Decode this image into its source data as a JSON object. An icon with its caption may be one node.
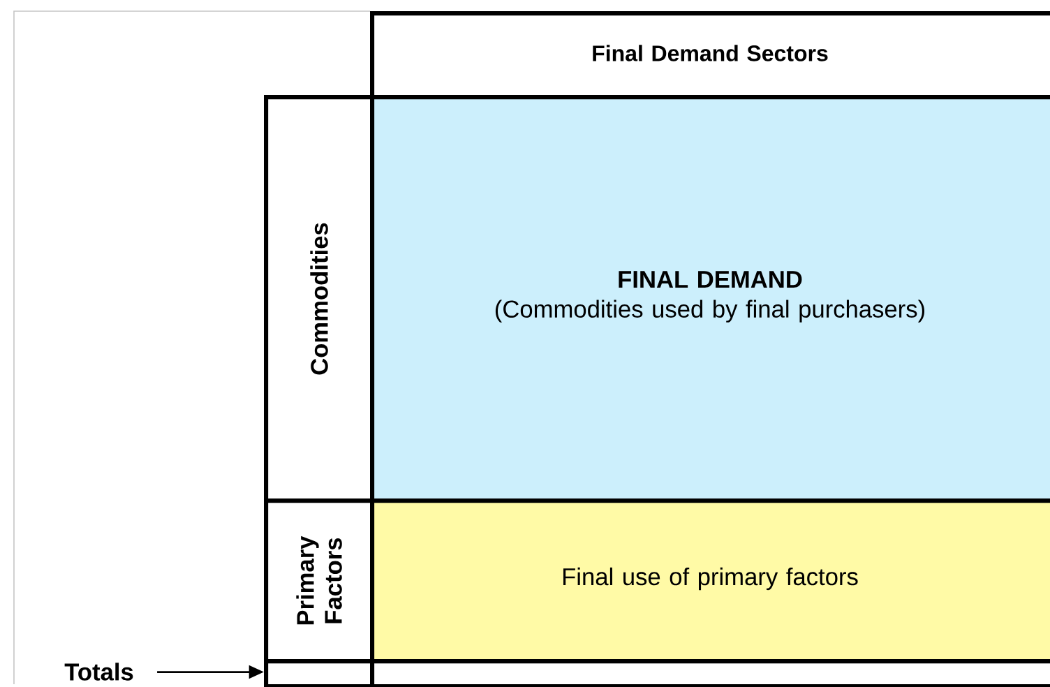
{
  "diagram": {
    "nodes": [
      {
        "text": [
          "Final Demand Sectors"
        ]
      },
      {
        "text": [
          "Commodities"
        ]
      },
      {
        "text": [
          "FINAL DEMAND",
          "(Commodities used by final purchasers)"
        ]
      },
      {
        "text": [
          "Primary Factors"
        ]
      },
      {
        "text": [
          "Final use of primary factors"
        ]
      },
      {
        "text": [
          "Totals"
        ]
      },
      {
        "text": [],
        "shape": "box"
      },
      {
        "text": [],
        "shape": "box"
      }
    ],
    "edges": [
      {
        "from": 5,
        "to": 6,
        "arrow": "to"
      }
    ]
  }
}
